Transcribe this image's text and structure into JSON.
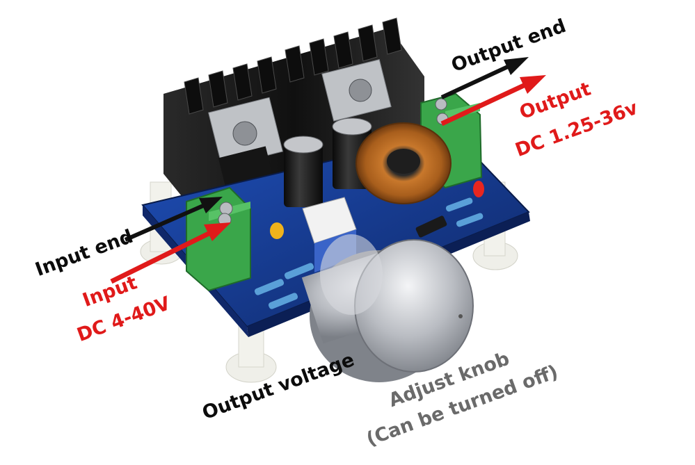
{
  "labels": {
    "input_end": "Input end",
    "input_title": "Input",
    "input_range": "DC 4-40V",
    "output_end": "Output end",
    "output_title": "Output",
    "output_range": "DC 1.25-36v",
    "output_voltage": "Output voltage",
    "adjust_knob": "Adjust knob",
    "adjust_note": "(Can be turned off)"
  },
  "colors": {
    "black_text": "#0c0c0c",
    "red_text": "#e01a1a",
    "gray_text": "#6a6a6a",
    "pcb_blue": "#1d3f9a",
    "terminal_green": "#3aa64a",
    "heatsink": "#1c1c1c",
    "knob_silver": "#c9ccd1"
  }
}
